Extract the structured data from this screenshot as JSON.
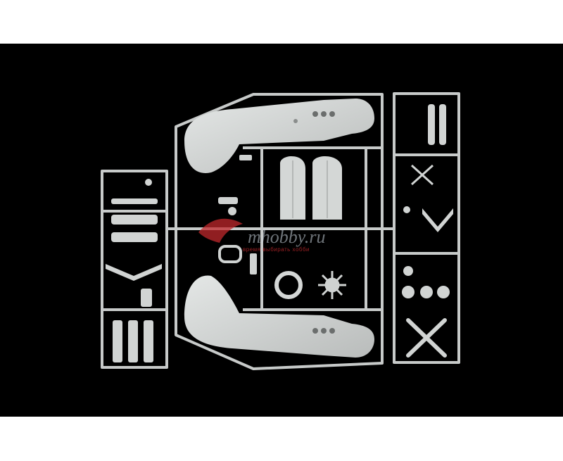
{
  "image": {
    "subject": "plastic-model-sprue",
    "background_color": "#000000",
    "plastic_color": "#d4d7d6",
    "frame_color": "#c7cac9"
  },
  "watermark": {
    "title": "mhobby.ru",
    "subtitle": "время выбирать хобби",
    "accent_color": "#c0282c"
  }
}
